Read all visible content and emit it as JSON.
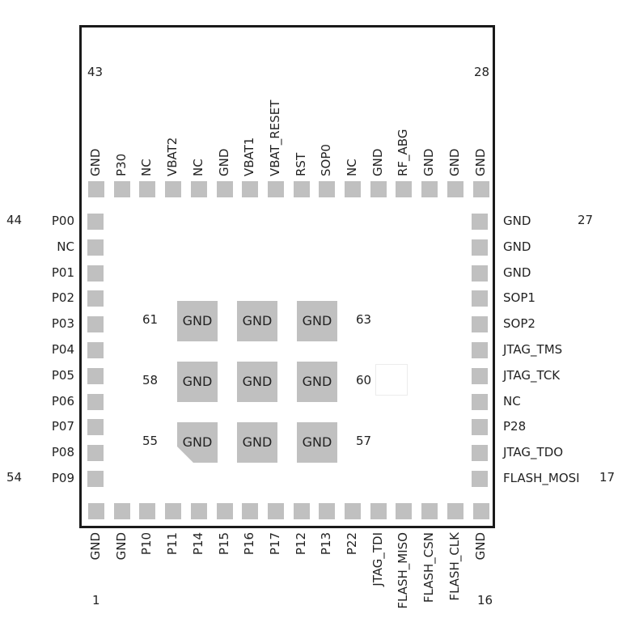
{
  "corner_numbers": {
    "top_left": "43",
    "top_right": "28",
    "left_top": "44",
    "left_bottom": "54",
    "right_top": "27",
    "right_bottom": "17",
    "bottom_left": "1",
    "bottom_right": "16"
  },
  "top_pins": [
    "GND",
    "P30",
    "NC",
    "VBAT2",
    "NC",
    "GND",
    "VBAT1",
    "VBAT_RESET",
    "RST",
    "SOP0",
    "NC",
    "GND",
    "RF_ABG",
    "GND",
    "GND",
    "GND"
  ],
  "bottom_pins": [
    "GND",
    "GND",
    "P10",
    "P11",
    "P14",
    "P15",
    "P16",
    "P17",
    "P12",
    "P13",
    "P22",
    "JTAG_TDI",
    "FLASH_MISO",
    "FLASH_CSN",
    "FLASH_CLK",
    "GND"
  ],
  "left_pins": [
    "P00",
    "NC",
    "P01",
    "P02",
    "P03",
    "P04",
    "P05",
    "P06",
    "P07",
    "P08",
    "P09"
  ],
  "right_pins": [
    "GND",
    "GND",
    "GND",
    "SOP1",
    "SOP2",
    "JTAG_TMS",
    "JTAG_TCK",
    "NC",
    "P28",
    "JTAG_TDO",
    "FLASH_MOSI"
  ],
  "exposed_pads": [
    {
      "row_label": "61",
      "row_label_right": "63",
      "pads": [
        "GND",
        "GND",
        "GND"
      ]
    },
    {
      "row_label": "58",
      "row_label_right": "60",
      "pads": [
        "GND",
        "GND",
        "GND"
      ]
    },
    {
      "row_label": "55",
      "row_label_right": "57",
      "pads": [
        "GND",
        "GND",
        "GND"
      ]
    }
  ],
  "colors": {
    "pad": "#c0c0c0",
    "outline": "#1a1a1a",
    "text": "#222222"
  }
}
